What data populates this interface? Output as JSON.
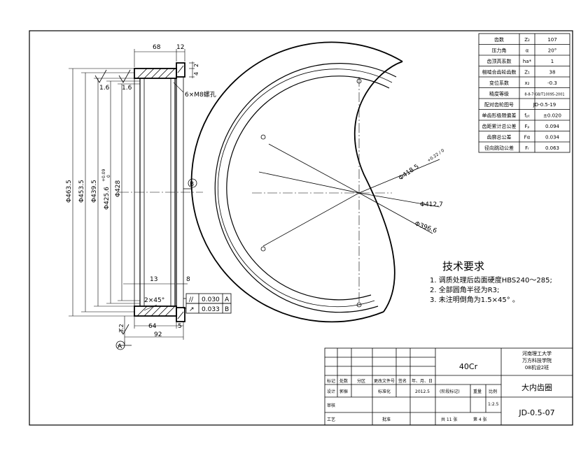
{
  "dimensions": {
    "top_width": "68",
    "top_right": "12",
    "right_2": "2",
    "right_4": "4",
    "holes": "6×M8螺孔",
    "rough_left": "1.6",
    "rough_inner": "1.6",
    "d1": "Φ463.5",
    "d2": "Φ453.5",
    "d3": "Φ439.5",
    "d4": "Φ425.6",
    "d4_tol_up": "+0.09",
    "d4_tol_low": "0",
    "d5": "Φ428",
    "datum_b": "B",
    "datum_a": "A",
    "w13": "13",
    "w8": "8",
    "chamfer": "2×45°",
    "w64": "64",
    "w5": "5",
    "w92": "92",
    "rough_bottom": "3.2"
  },
  "tolerance_frames": [
    {
      "symbol": "//",
      "value": "0.030",
      "datum": "A"
    },
    {
      "symbol": "↗",
      "value": "0.033",
      "datum": "B"
    }
  ],
  "circle_dims": {
    "d_tip": "Φ418.5",
    "d_tip_tol": "+0.22 / 0",
    "d_pitch": "Φ412.7",
    "d_root": "Φ396.6"
  },
  "params": [
    {
      "name": "齿数",
      "sym": "Z₂",
      "value": "107"
    },
    {
      "name": "压力角",
      "sym": "α",
      "value": "20°"
    },
    {
      "name": "齿顶高系数",
      "sym": "ha*",
      "value": "1"
    },
    {
      "name": "相啮合齿轮齿数",
      "sym": "Z₁",
      "value": "38"
    },
    {
      "name": "变位系数",
      "sym": "x₂",
      "value": "-0.3"
    },
    {
      "name": "精度等级",
      "sym": "",
      "value": "8-8-7 GB/T10095-2001"
    },
    {
      "name": "配对齿轮图号",
      "sym": "",
      "value": "JD-0.5-19"
    },
    {
      "name": "单齿形极限偏差",
      "sym": "fₚₜ",
      "value": "±0.020"
    },
    {
      "name": "齿距累计总公差",
      "sym": "Fₚ",
      "value": "0.094"
    },
    {
      "name": "齿廓总公差",
      "sym": "Fα",
      "value": "0.034"
    },
    {
      "name": "径向跳动公差",
      "sym": "Fᵣ",
      "value": "0.063"
    }
  ],
  "tech": {
    "title": "技术要求",
    "items": [
      "1. 调质处理后齿面硬度HBS240～285;",
      "2. 全部圆角半径为R3;",
      "3. 未注明倒角为1.5×45°  。"
    ]
  },
  "title_block": {
    "material": "40Cr",
    "school_1": "河南理工大学",
    "school_2": "万方科技学院",
    "school_3": "08机设2班",
    "part_name": "大内齿圈",
    "drawing_no": "JD-0.5-07",
    "h_mark": "标记",
    "h_count": "处数",
    "h_zone": "分区",
    "h_doc": "更改文件号",
    "h_sign": "签名",
    "h_date": "年、月、日",
    "design": "设计",
    "design_name": "郭振",
    "standard": "标准化",
    "date": "2012.5",
    "stage": "(阶段标记)",
    "weight": "重量",
    "scale_label": "比例",
    "scale": "1:2.5",
    "review": "审核",
    "process": "工艺",
    "approve": "批准",
    "total": "共 11 张",
    "sheet": "第 4 张"
  }
}
